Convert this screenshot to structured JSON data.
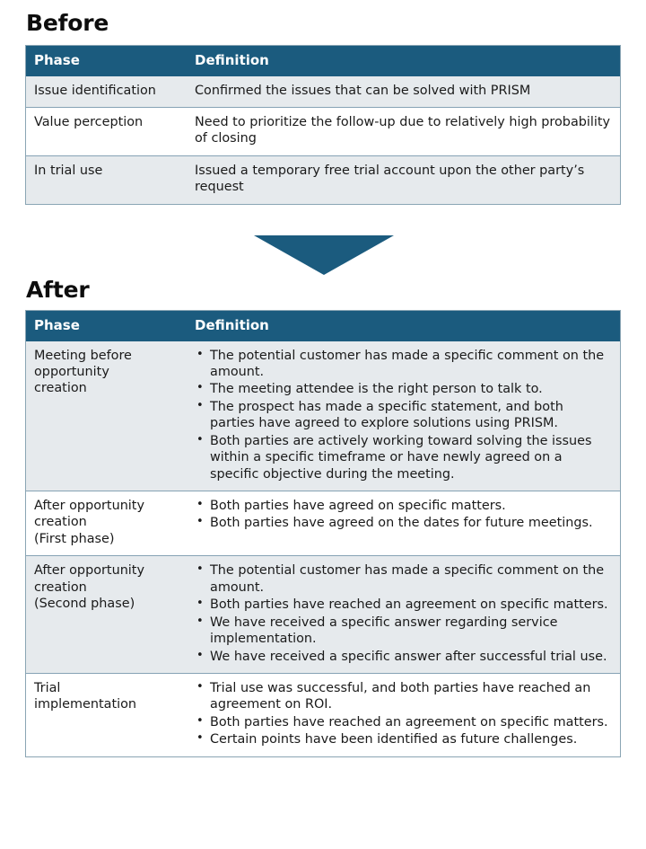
{
  "sections": {
    "before": {
      "heading": "Before",
      "table": {
        "columns": [
          "Phase",
          "Definition"
        ],
        "rows": [
          {
            "phase": "Issue identification",
            "definition_text": "Confirmed the issues that can be solved with PRISM"
          },
          {
            "phase": "Value perception",
            "definition_text": "Need to prioritize the follow-up due to relatively high probability of closing"
          },
          {
            "phase": "In trial use",
            "definition_text": "Issued a temporary free trial account upon the other party’s request"
          }
        ]
      }
    },
    "after": {
      "heading": "After",
      "table": {
        "columns": [
          "Phase",
          "Definition"
        ],
        "rows": [
          {
            "phase": "Meeting before\nopportunity\ncreation",
            "bullets": [
              "The potential customer has made a specific comment on the amount.",
              "The meeting attendee is the right person to talk to.",
              "The prospect has made a specific statement, and both parties have agreed to explore solutions using PRISM.",
              "Both parties are actively working toward solving the issues within a specific timeframe or have newly agreed on a specific objective during the meeting."
            ]
          },
          {
            "phase": "After opportunity\ncreation\n(First phase)",
            "bullets": [
              "Both parties have agreed on specific matters.",
              "Both parties have agreed on the dates for future meetings."
            ]
          },
          {
            "phase": "After opportunity\ncreation\n(Second phase)",
            "bullets": [
              "The potential customer has made a specific comment on the amount.",
              "Both parties have reached an agreement on specific matters.",
              "We have received a specific answer regarding service implementation.",
              "We have received a specific answer after successful trial use."
            ]
          },
          {
            "phase": "Trial\nimplementation",
            "bullets": [
              "Trial use was successful, and both parties have reached an agreement on ROI.",
              "Both parties have reached an agreement on specific matters.",
              "Certain points have been identified as future challenges."
            ]
          }
        ]
      }
    }
  },
  "arrow": {
    "name": "down-arrow",
    "color": "#1b5b7e"
  },
  "colors": {
    "header_bg": "#1b5b7e",
    "header_text": "#ffffff",
    "row_shade": "#e6eaed",
    "row_plain": "#ffffff",
    "border": "#86a3b5",
    "body_text": "#1a1a1a"
  }
}
